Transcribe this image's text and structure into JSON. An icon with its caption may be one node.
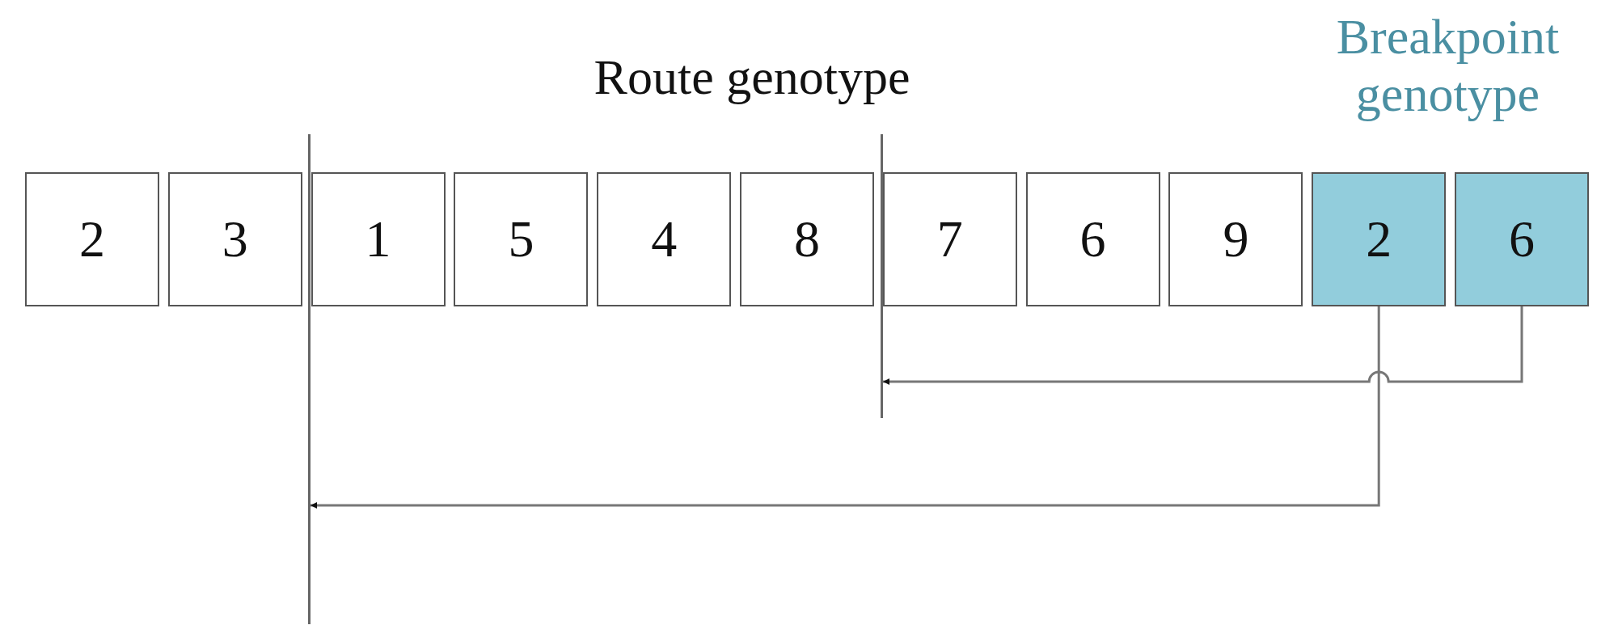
{
  "diagram": {
    "nodes": [
      {
        "text": [
          "2"
        ]
      },
      {
        "text": [
          "3"
        ]
      },
      {
        "text": [
          "1"
        ]
      },
      {
        "text": [
          "5"
        ]
      },
      {
        "text": [
          "4"
        ]
      },
      {
        "text": [
          "8"
        ]
      },
      {
        "text": [
          "7"
        ]
      },
      {
        "text": [
          "6"
        ]
      },
      {
        "text": [
          "9"
        ]
      },
      {
        "text": [
          "2"
        ]
      },
      {
        "text": [
          "6"
        ]
      },
      {
        "text": [],
        "shape": "bar"
      },
      {
        "text": [],
        "shape": "bar"
      }
    ],
    "edges": [
      {
        "from": 9,
        "to": 11,
        "arrow": "to"
      },
      {
        "from": 10,
        "to": 12,
        "arrow": "to"
      }
    ],
    "labels": [
      "Route genotype",
      "Breakpoint genotype"
    ]
  }
}
